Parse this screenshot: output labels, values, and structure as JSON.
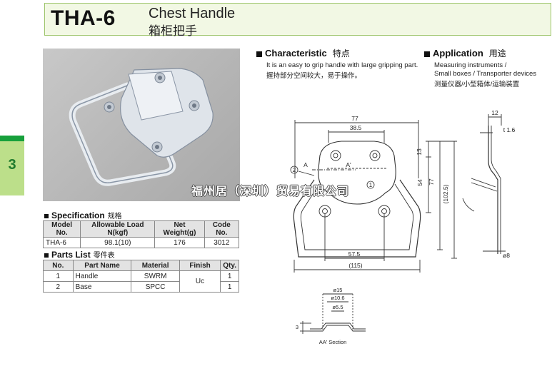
{
  "header": {
    "model": "THA-6",
    "title_en": "Chest Handle",
    "title_cn": "箱柜把手"
  },
  "side_tab": {
    "number": "3"
  },
  "characteristic": {
    "title": "Characteristic",
    "title_cn": "特点",
    "text_en": "It is an easy to grip handle with large gripping part.",
    "text_cn": "握持部分空间较大，易于操作。"
  },
  "application": {
    "title": "Application",
    "title_cn": "用途",
    "line1": "Measuring instruments /",
    "line2": "Small boxes / Transporter devices",
    "text_cn": "测量仪器/小型箱体/运输装置"
  },
  "specification": {
    "title": "Specification",
    "title_cn": "规格",
    "headers": [
      "Model No.",
      "Allowable Load N(kgf)",
      "Net Weight(g)",
      "Code No."
    ],
    "row": [
      "THA-6",
      "98.1(10)",
      "176",
      "3012"
    ]
  },
  "parts": {
    "title": "Parts List",
    "title_cn": "零件表",
    "headers": [
      "No.",
      "Part Name",
      "Material",
      "Finish",
      "Qty."
    ],
    "rows": [
      {
        "no": "1",
        "name": "Handle",
        "material": "SWRM",
        "qty": "1"
      },
      {
        "no": "2",
        "name": "Base",
        "material": "SPCC",
        "qty": "1"
      }
    ],
    "finish": "Uc"
  },
  "drawing": {
    "dim_77_top": "77",
    "dim_38_5": "38.5",
    "dim_13": "13",
    "dim_54": "54",
    "dim_77_side": "77",
    "dim_102_5": "(102.5)",
    "dim_57_5": "57.5",
    "dim_115": "(115)",
    "label_2": "2",
    "label_1": "1",
    "label_a": "A",
    "label_a_prime": "A'",
    "dim_12": "12",
    "dim_t1_6": "t 1.6",
    "dim_phi8": "ø8",
    "dim_phi15": "ø15",
    "dim_phi10_6": "ø10.6",
    "dim_phi5_5": "ø5.5",
    "dim_3": "3",
    "section_label": "AA' Section"
  },
  "watermark": "福州居（深圳）贸易有限公司"
}
